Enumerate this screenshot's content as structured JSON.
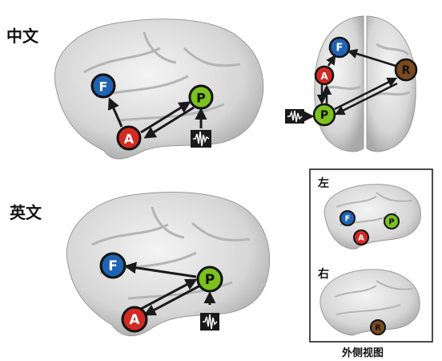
{
  "labels": {
    "row_top": "中文",
    "row_bottom": "英文",
    "inset_left": "左",
    "inset_right": "右",
    "caption": "外侧视图"
  },
  "nodes": {
    "F": {
      "letter": "F",
      "color": "#1f63b3"
    },
    "A": {
      "letter": "A",
      "color": "#d42a24"
    },
    "P": {
      "letter": "P",
      "color": "#7cc11d"
    },
    "R": {
      "letter": "R",
      "color": "#7a4a1e"
    }
  },
  "colors": {
    "brain": "#d9d9d9",
    "brain_shadow": "#bfbfbf",
    "arrow": "#1a1a1a",
    "node_outline": "#111111"
  },
  "icons": [
    "auditory-waveform-icon"
  ]
}
